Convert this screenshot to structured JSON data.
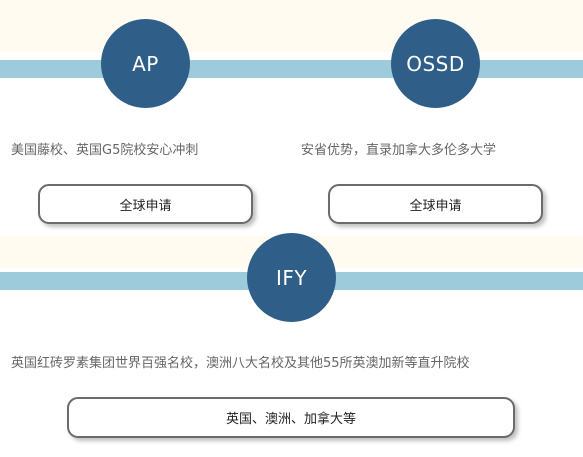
{
  "colors": {
    "circle": "#2f5f88",
    "strip": "#9ecbdc",
    "band": "#fffbf0",
    "desc_text": "#666666"
  },
  "sections": [
    {
      "badge": "AP",
      "description": "美国藤校、英国G5院校安心冲刺",
      "button": "全球申请"
    },
    {
      "badge": "OSSD",
      "description": "安省优势，直录加拿大多伦多大学",
      "button": "全球申请"
    },
    {
      "badge": "IFY",
      "description": "英国红砖罗素集团世界百强名校，澳洲八大名校及其他55所英澳加新等直升院校",
      "button": "英国、澳洲、加拿大等"
    }
  ]
}
